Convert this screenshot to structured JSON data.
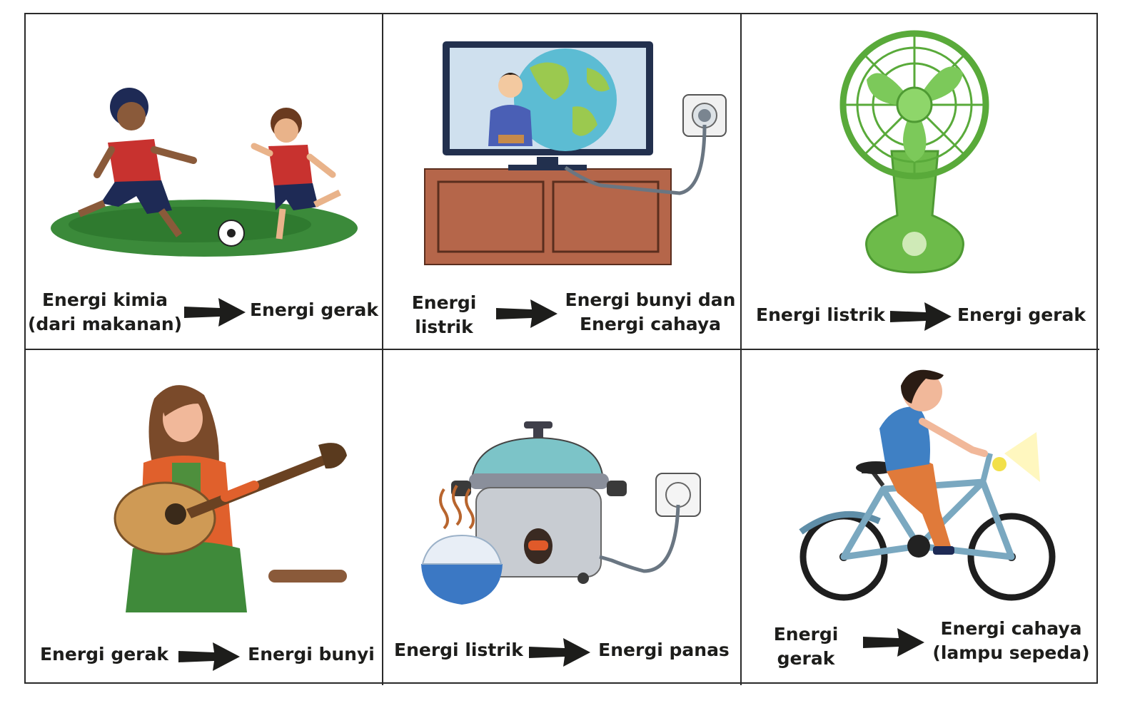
{
  "panels": [
    {
      "icon": "children-playing-soccer-icon",
      "from": [
        "Energi kimia",
        "(dari makanan)"
      ],
      "to": [
        "Energi gerak"
      ]
    },
    {
      "icon": "television-icon",
      "from": [
        "Energi",
        "listrik"
      ],
      "to": [
        "Energi bunyi dan",
        "Energi cahaya"
      ]
    },
    {
      "icon": "electric-fan-icon",
      "from": [
        "Energi listrik"
      ],
      "to": [
        "Energi gerak"
      ]
    },
    {
      "icon": "woman-playing-guitar-icon",
      "from": [
        "Energi gerak"
      ],
      "to": [
        "Energi bunyi"
      ]
    },
    {
      "icon": "rice-cooker-icon",
      "from": [
        "Energi listrik"
      ],
      "to": [
        "Energi panas"
      ]
    },
    {
      "icon": "boy-riding-bicycle-icon",
      "from": [
        "Energi",
        "gerak"
      ],
      "to": [
        "Energi cahaya",
        "(lampu sepeda)"
      ]
    }
  ],
  "colors": {
    "border": "#2a2a2a",
    "text": "#1d1d1b",
    "arrow": "#1d1d1b"
  }
}
